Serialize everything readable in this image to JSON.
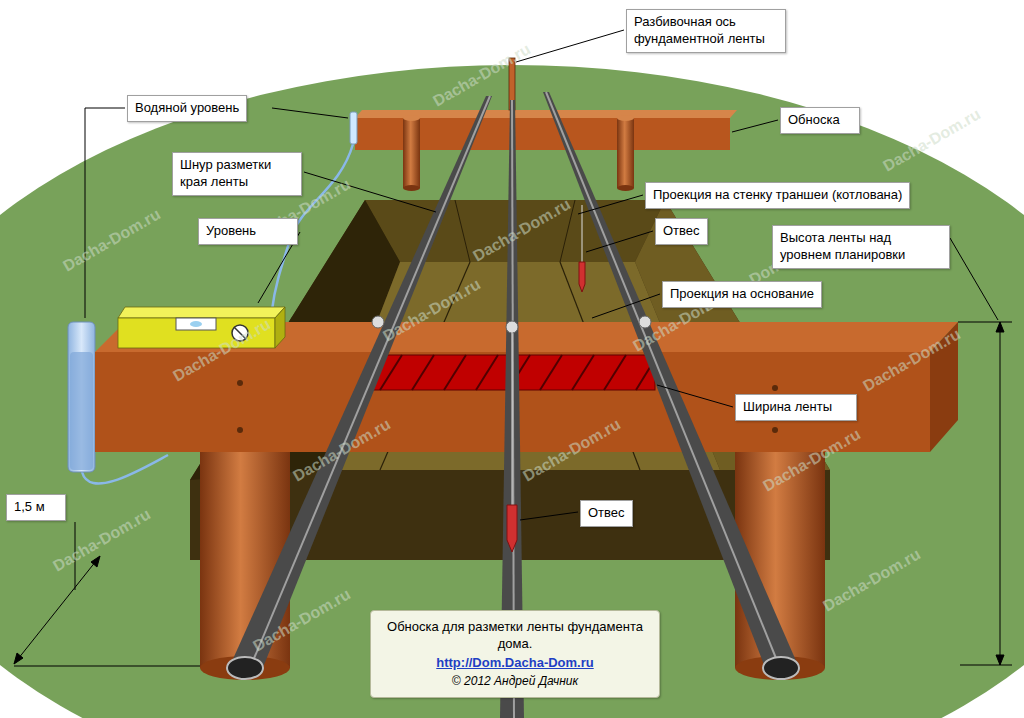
{
  "diagram": {
    "nodes": [
      {
        "text": [
          "Разбивочная ось фундаментной ленты"
        ]
      },
      {
        "text": [
          "Водяной уровень"
        ]
      },
      {
        "text": [
          "Обноска"
        ]
      },
      {
        "text": [
          "Шнур разметки края ленты"
        ]
      },
      {
        "text": [
          "Проекция на стенку траншеи (котлована)"
        ]
      },
      {
        "text": [
          "Уровень"
        ]
      },
      {
        "text": [
          "Отвес"
        ]
      },
      {
        "text": [
          "Высота ленты над уровнем планировки"
        ]
      },
      {
        "text": [
          "Проекция на основание"
        ]
      },
      {
        "text": [
          "Ширина ленты"
        ]
      },
      {
        "text": [
          "1,5 м"
        ]
      },
      {
        "text": [
          "Отвес"
        ]
      },
      {
        "text": [
          "Обноска для разметки ленты фундамента дома.",
          "http://Dom.Dacha-Dom.ru",
          "© 2012 Андрей Дачник"
        ]
      }
    ],
    "labels": [
      "Dacha-Dom.ru",
      "Dacha-Dom.ru",
      "Dacha-Dom.ru",
      "Dacha-Dom.ru",
      "Dacha-Dom.ru",
      "Dacha-Dom.ru",
      "Dacha-Dom.ru",
      "Dacha-Dom.ru",
      "Dacha-Dom.ru",
      "Dacha-Dom.ru",
      "Dacha-Dom.ru",
      "Dacha-Dom.ru",
      "Dacha-Dom.ru",
      "Dacha-Dom.ru",
      "Dacha-Dom.ru",
      "Dacha-Dom.ru"
    ]
  }
}
